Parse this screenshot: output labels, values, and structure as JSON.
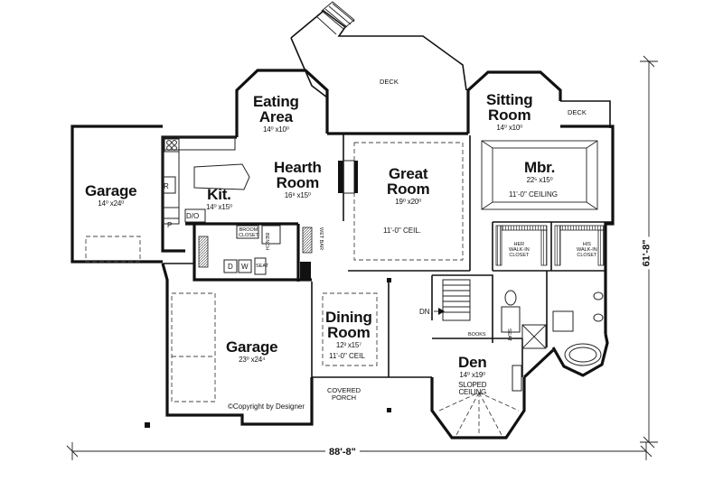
{
  "plan": {
    "overall_width": "88'-8\"",
    "overall_depth": "61'-8\"",
    "copyright": "©Copyright by Designer",
    "rooms": {
      "deck_main": {
        "name": "DECK"
      },
      "deck_small": {
        "name": "DECK"
      },
      "eating_area": {
        "line1": "Eating",
        "line2": "Area",
        "dims": "14⁰ x10⁰"
      },
      "sitting_room": {
        "line1": "Sitting",
        "line2": "Room",
        "dims": "14⁰ x10⁰"
      },
      "hearth_room": {
        "line1": "Hearth",
        "line2": "Room",
        "dims": "16⁹ x15⁰"
      },
      "great_room": {
        "line1": "Great",
        "line2": "Room",
        "dims": "19⁰ x20⁰",
        "ceiling": "11'-0\" CEIL."
      },
      "mbr": {
        "name": "Mbr.",
        "dims": "22⁵ x15⁰",
        "ceiling": "11'-0\" CEILING"
      },
      "garage_small": {
        "name": "Garage",
        "dims": "14⁰ x24⁰"
      },
      "kitchen": {
        "name": "Kit.",
        "dims": "14⁰ x15⁰"
      },
      "dining_room": {
        "line1": "Dining",
        "line2": "Room",
        "dims": "12³ x15⁷",
        "ceiling": "11'-0\" CEIL"
      },
      "garage_large": {
        "name": "Garage",
        "dims": "23⁰ x24⁴"
      },
      "den": {
        "name": "Den",
        "dims": "14⁰ x19⁰",
        "ceiling_line1": "SLOPED",
        "ceiling_line2": "CEILING"
      },
      "covered_porch": {
        "line1": "COVERED",
        "line2": "PORCH"
      }
    },
    "labels": {
      "refrigerator": "R",
      "pantry": "P",
      "dishwasher_oven": "D/O",
      "broom_closet_1": "BROOM",
      "broom_closet_2": "CLOSET",
      "washer": "W",
      "dryer": "D",
      "seat_laundry": "SEAT",
      "bench": "BENCH",
      "wet_bar": "WET BAR",
      "her_closet_1": "HER",
      "her_closet_2": "WALK-IN",
      "her_closet_3": "CLOSET",
      "his_closet_1": "HIS",
      "his_closet_2": "WALK-IN",
      "his_closet_3": "CLOSET",
      "stairs_down": "DN",
      "books": "BOOKS",
      "seat_bath": "SEAT"
    }
  }
}
